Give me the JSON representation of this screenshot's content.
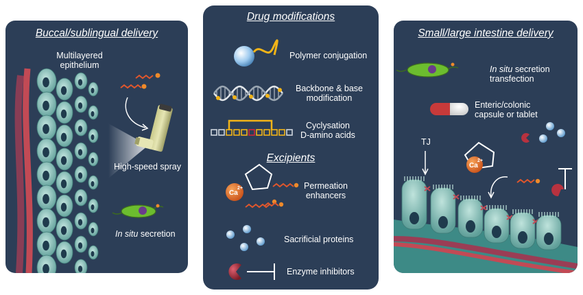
{
  "left": {
    "title": "Buccal/sublingual delivery",
    "epithelium_label_1": "Multilayered",
    "epithelium_label_2": "epithelium",
    "spray_label": "High-speed spray",
    "secretion_italic": "In situ",
    "secretion_rest": "secretion"
  },
  "middle": {
    "title": "Drug modifications",
    "items": [
      {
        "line1": "Polymer conjugation"
      },
      {
        "line1": "Backbone & base",
        "line2": "modification"
      },
      {
        "line1": "Cyclysation",
        "line2": "D-amino acids"
      }
    ],
    "excipients_title": "Excipients",
    "excipients": [
      {
        "line1": "Permeation",
        "line2": "enhancers"
      },
      {
        "line1": "Sacrificial proteins"
      },
      {
        "line1": "Enzyme inhibitors"
      }
    ],
    "calcium": "Ca",
    "calcium_charge": "2+"
  },
  "right": {
    "title": "Small/large intestine delivery",
    "transfection_italic": "In situ",
    "transfection_rest": "secretion",
    "transfection_line2": "transfection",
    "capsule_line1": "Enteric/colonic",
    "capsule_line2": "capsule or tablet",
    "tj_label": "TJ",
    "calcium": "Ca",
    "calcium_charge": "2+"
  },
  "colors": {
    "panel": "#2c3e57",
    "cell": "#8ec6bf",
    "nucleus": "#1f3b4d",
    "vessel": "#c24a55",
    "gold": "#f2b418",
    "bacteria": "#6cbd2f",
    "calcium": "#e96e1f",
    "enzyme": "#b8323f"
  }
}
